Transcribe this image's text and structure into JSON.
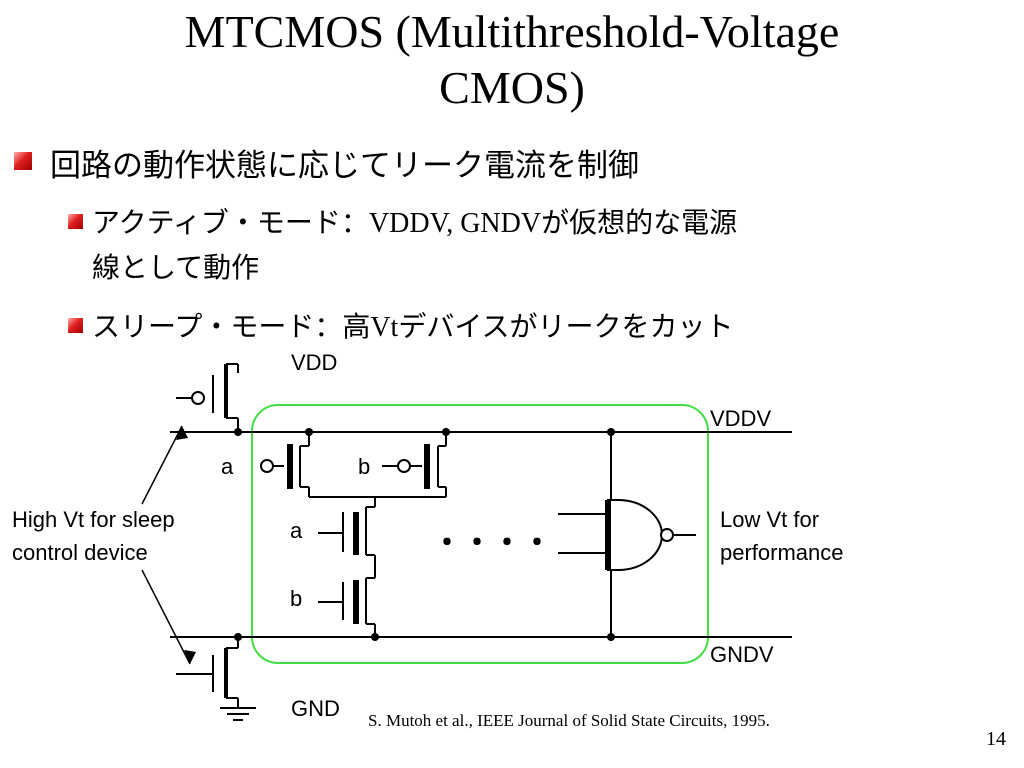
{
  "title": {
    "line1": "MTCMOS (Multithreshold-Voltage",
    "line2": "CMOS)"
  },
  "bullets": {
    "main": "回路の動作状態に応じてリーク電流を制御",
    "active": {
      "jp1": "アクティブ・モード：",
      "en": "VDDV, GNDV",
      "jp2": "が仮想的な電源",
      "line2": "線として動作"
    },
    "sleep": {
      "jp1": "スリープ・モード：高",
      "en": "Vt",
      "jp2": "デバイスがリークをカット"
    }
  },
  "diagram": {
    "vdd": "VDD",
    "vddv": "VDDV",
    "gnd": "GND",
    "gndv": "GNDV",
    "input_a_pmos": "a",
    "input_b_pmos": "b",
    "input_a_nmos": "a",
    "input_b_nmos": "b",
    "ellipsis": "・・・・",
    "high_vt_line1": "High Vt for sleep",
    "high_vt_line2": "control device",
    "low_vt_line1": "Low Vt for",
    "low_vt_line2": "performance",
    "box_color": "#44dd44"
  },
  "citation": "S. Mutoh et al., IEEE Journal of Solid State Circuits, 1995.",
  "page_number": "14"
}
